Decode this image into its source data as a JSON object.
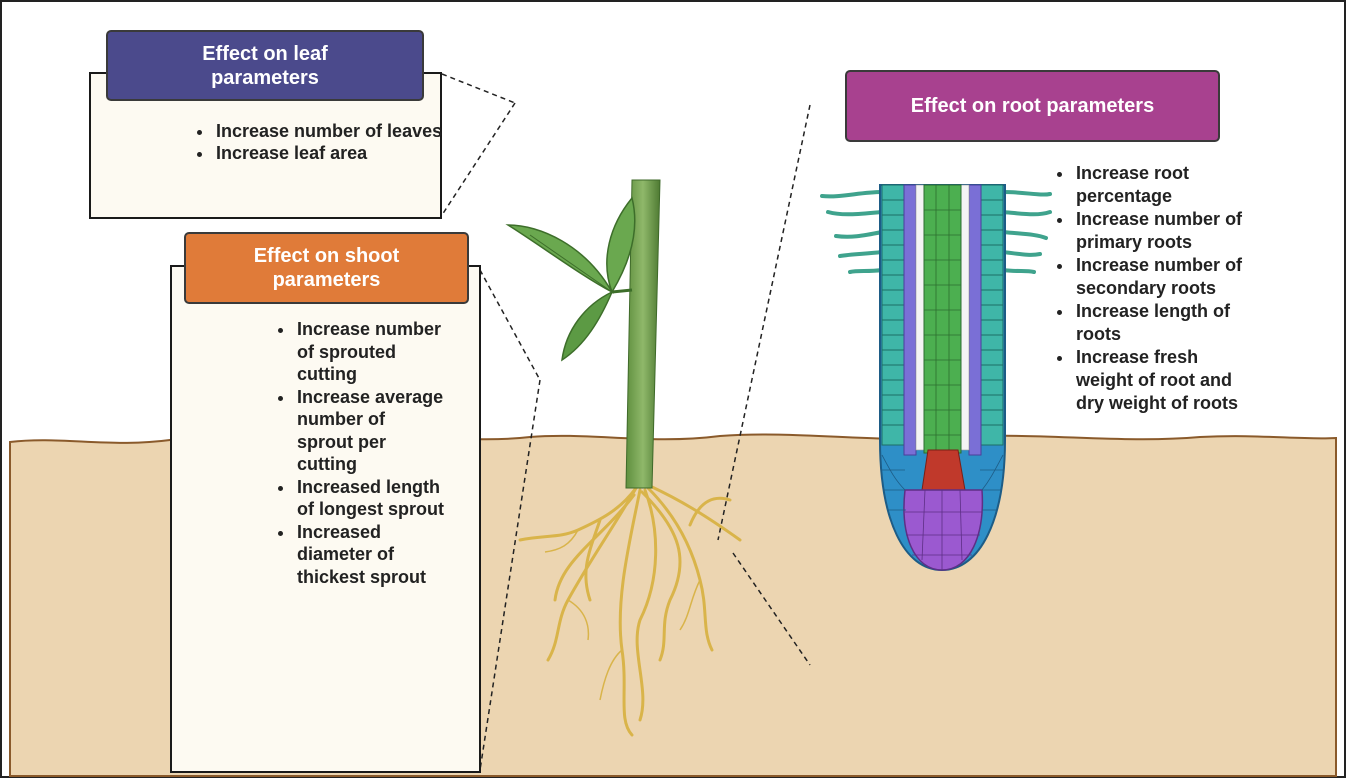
{
  "colors": {
    "sky": "#ffffff",
    "soil": "#ecd5b1",
    "soil_line": "#8a5a2b",
    "leaf_header": "#4b4a8c",
    "shoot_header": "#e07b39",
    "root_header": "#a8418f",
    "panel_bg": "#fdfaf2"
  },
  "leaf_panel": {
    "title": "Effect on leaf parameters",
    "icon": "leaf-icon",
    "items": [
      "Increase number of leaves",
      "Increase leaf area"
    ]
  },
  "shoot_panel": {
    "title": "Effect on shoot parameters",
    "icon": "shoot-sprig-icon",
    "items": [
      "Increase number of sprouted cutting",
      "Increase average number of sprout per cutting",
      "Increased length of longest sprout",
      "Increased diameter of thickest sprout"
    ]
  },
  "root_panel": {
    "title": "Effect on root parameters",
    "icon": "root-tip-cross-section-icon",
    "items": [
      "Increase root percentage",
      "Increase number of primary roots",
      "Increase number of secondary roots",
      "Increase length of roots",
      "Increase fresh weight of root and dry weight of roots"
    ]
  },
  "center_illustration": "plant-cutting-with-roots-icon"
}
